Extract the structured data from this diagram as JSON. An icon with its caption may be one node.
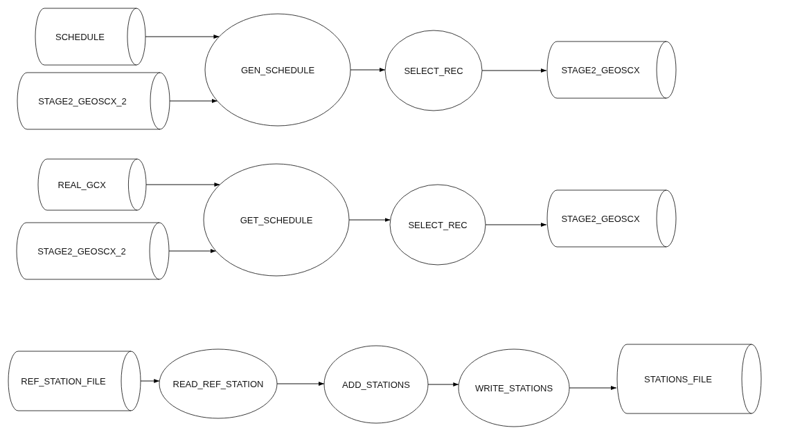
{
  "diagram": {
    "nodes": [
      {
        "text": [
          "SCHEDULE"
        ]
      },
      {
        "text": [
          "STAGE2_GEOSCX_2"
        ]
      },
      {
        "text": [
          "GEN_SCHEDULE"
        ]
      },
      {
        "text": [
          "SELECT_REC"
        ]
      },
      {
        "text": [
          "STAGE2_GEOSCX"
        ]
      },
      {
        "text": [
          "REAL_GCX"
        ]
      },
      {
        "text": [
          "STAGE2_GEOSCX_2"
        ]
      },
      {
        "text": [
          "GET_SCHEDULE"
        ]
      },
      {
        "text": [
          "SELECT_REC"
        ]
      },
      {
        "text": [
          "STAGE2_GEOSCX"
        ]
      },
      {
        "text": [
          "REF_STATION_FILE"
        ]
      },
      {
        "text": [
          "READ_REF_STATION"
        ]
      },
      {
        "text": [
          "ADD_STATIONS"
        ]
      },
      {
        "text": [
          "WRITE_STATIONS"
        ]
      },
      {
        "text": [
          "STATIONS_FILE"
        ]
      }
    ],
    "edges": [
      {
        "from": 0,
        "to": 2,
        "arrow": "to"
      },
      {
        "from": 1,
        "to": 2,
        "arrow": "to"
      },
      {
        "from": 2,
        "to": 3,
        "arrow": "to"
      },
      {
        "from": 3,
        "to": 4,
        "arrow": "to"
      },
      {
        "from": 5,
        "to": 7,
        "arrow": "to"
      },
      {
        "from": 6,
        "to": 7,
        "arrow": "to"
      },
      {
        "from": 7,
        "to": 8,
        "arrow": "to"
      },
      {
        "from": 8,
        "to": 9,
        "arrow": "to"
      },
      {
        "from": 10,
        "to": 11,
        "arrow": "to"
      },
      {
        "from": 11,
        "to": 12,
        "arrow": "to"
      },
      {
        "from": 12,
        "to": 13,
        "arrow": "to"
      },
      {
        "from": 13,
        "to": 14,
        "arrow": "to"
      }
    ]
  }
}
